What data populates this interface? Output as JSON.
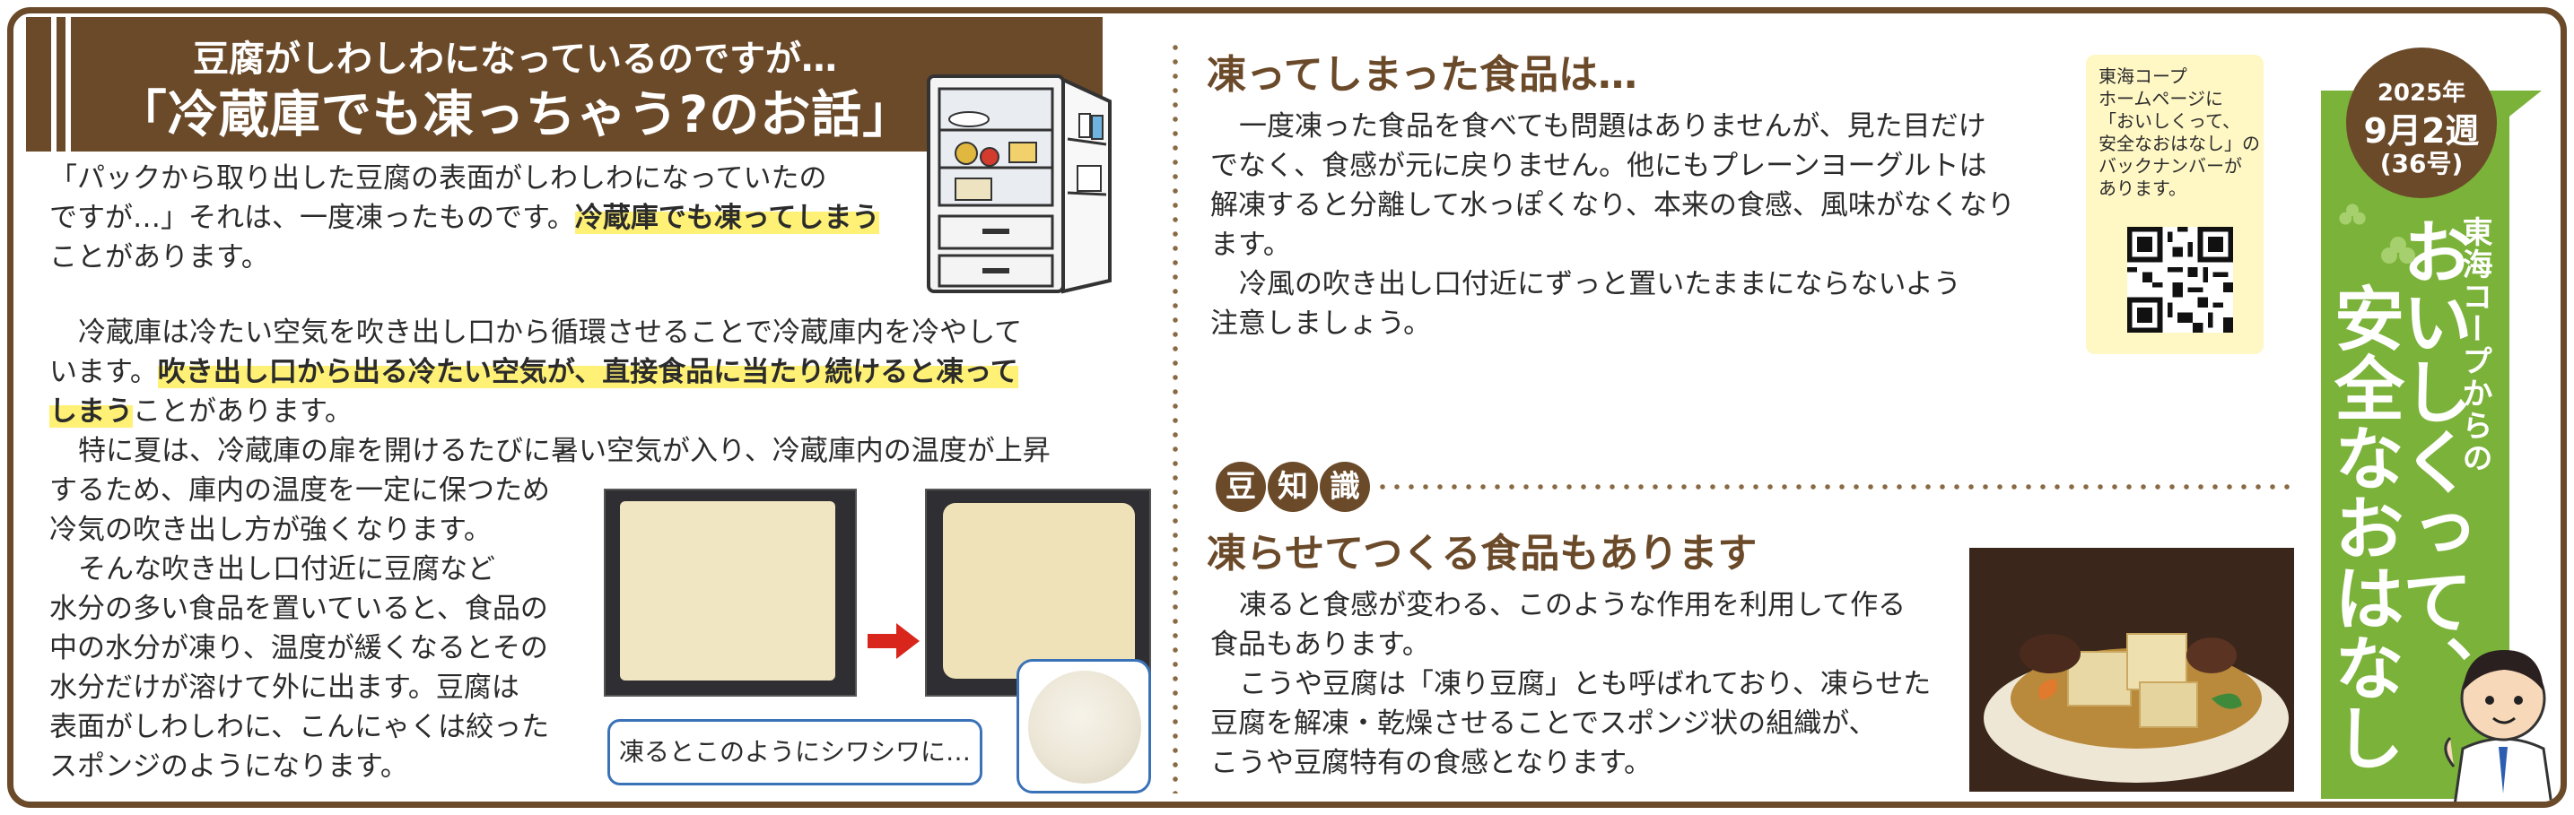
{
  "left_article": {
    "title_sub": "豆腐がしわしわになっているのですが…",
    "title_main": "「冷蔵庫でも凍っちゃう?のお話」",
    "p1_line1": "「パックから取り出した豆腐の表面がしわしわになっていたの",
    "p1_line2_a": "ですが…」それは、一度凍ったものです。",
    "p1_line2_hl": "冷蔵庫でも凍ってしまう",
    "p1_line3": "ことがあります。",
    "p2_line1": "冷蔵庫は冷たい空気を吹き出し口から循環させることで冷蔵庫内を冷やして",
    "p2_line2_a": "います。",
    "p2_line2_hl": "吹き出し口から出る冷たい空気が、直接食品に当たり続けると凍って",
    "p2_line3_hl": "しまう",
    "p2_line3_b": "ことがあります。",
    "p3_line1": "特に夏は、冷蔵庫の扉を開けるたびに暑い空気が入り、冷蔵庫内の温度が上昇",
    "p3_line2": "するため、庫内の温度を一定に保つため",
    "p3_line3": "冷気の吹き出し方が強くなります。",
    "p4_line1": "そんな吹き出し口付近に豆腐など",
    "p4_line2": "水分の多い食品を置いていると、食品の",
    "p4_line3": "中の水分が凍り、温度が緩くなるとその",
    "p4_line4": "水分だけが溶けて外に出ます。豆腐は",
    "p4_line5": "表面がしわしわに、こんにゃくは絞った",
    "p4_line6": "スポンジのようになります。",
    "photo_caption": "凍るとこのようにシワシワに…"
  },
  "middle_article": {
    "heading": "凍ってしまった食品は…",
    "p1_line1": "一度凍った食品を食べても問題はありませんが、見た目だけ",
    "p1_line2": "でなく、食感が元に戻りません。他にもプレーンヨーグルトは",
    "p1_line3": "解凍すると分離して水っぽくなり、本来の食感、風味がなくなり",
    "p1_line4": "ます。",
    "p2_line1": "冷風の吹き出し口付近にずっと置いたままにならないよう",
    "p2_line2": "注意しましょう。",
    "qr_text": [
      "東海コープ",
      "ホームページに",
      "「おいしくって、",
      "安全なおはなし」の",
      "バックナンバーが",
      "あります。"
    ]
  },
  "mame": {
    "badges": [
      "豆",
      "知",
      "識"
    ],
    "heading": "凍らせてつくる食品もあります",
    "p1_line1": "凍ると食感が変わる、このような作用を利用して作る",
    "p1_line2": "食品もあります。",
    "p2_line1": "こうや豆腐は「凍り豆腐」とも呼ばれており、凍らせた",
    "p2_line2": "豆腐を解凍・乾燥させることでスポンジ状の組織が、",
    "p2_line3": "こうや豆腐特有の食感となります。"
  },
  "sidebar": {
    "date_year": "2025年",
    "date_week": "9月2週",
    "date_issue": "(36号)",
    "small_vertical": "東海コープからの",
    "big_vertical_1": "おいしくって、",
    "big_vertical_2": "安全なおはなし"
  },
  "colors": {
    "brown": "#6b4a2a",
    "green": "#7bb23a",
    "highlight": "#fff176",
    "caption_blue": "#3a72b8",
    "qr_bg": "#fff7c4"
  }
}
